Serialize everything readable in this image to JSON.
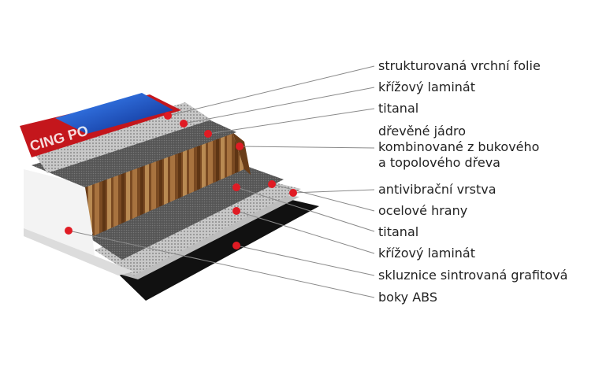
{
  "brand_text": "CING PO",
  "labels": [
    {
      "text": "strukturovaná vrchní folie"
    },
    {
      "text": "křížový laminát"
    },
    {
      "text": "titanal"
    },
    {
      "lines": [
        "dřevěné jádro",
        "kombinované z bukového",
        "a topolového dřeva"
      ]
    },
    {
      "text": "antivibrační vrstva"
    },
    {
      "text": "ocelové hrany"
    },
    {
      "text": "titanal"
    },
    {
      "text": "křížový laminát"
    },
    {
      "text": "skluznice sintrovaná grafitová"
    },
    {
      "text": "boky ABS"
    }
  ],
  "colors": {
    "marker": "#e01b24",
    "leader": "#8a8a8a",
    "text": "#222222",
    "top_foil_blue": "#1d4fbf",
    "top_foil_red": "#c4161c",
    "wood": "#8b5a2b",
    "laminate": "#9a9a9a",
    "titanal": "#5a5a5a",
    "base": "#111111",
    "abs_side": "#f2f2f2"
  }
}
